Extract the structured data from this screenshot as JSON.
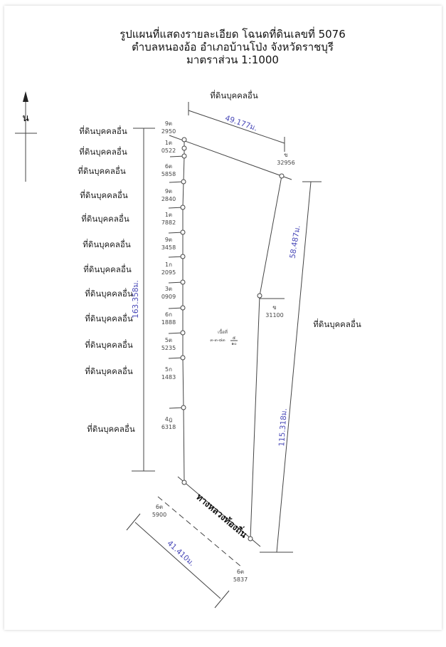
{
  "title": {
    "line1": "รูปแผนที่แสดงรายละเอียด โฉนดที่ดินเลขที่ 5076",
    "line2": "ตำบลหนองอ้อ  อำเภอบ้านโป่ง จังหวัดราชบุรี",
    "line3": "มาตราส่วน 1:1000"
  },
  "north": {
    "label": "น",
    "icon": "north-arrow-icon"
  },
  "neighbors": {
    "top": "ที่ดินบุคคลอื่น",
    "right": "ที่ดินบุคคลอื่น",
    "left": [
      "ที่ดินบุคคลอื่น",
      "ที่ดินบุคคลอื่น",
      "ที่ดินบุคคลอื่น",
      "ที่ดินบุคคลอื่น",
      "ที่ดินบุคคลอื่น",
      "ที่ดินบุคคลอื่น",
      "ที่ดินบุคคลอื่น",
      "ที่ดินบุคคลอื่น",
      "ที่ดินบุคคลอื่น",
      "ที่ดินบุคคลอื่น",
      "ที่ดินบุคคลอื่น",
      "ที่ดินบุคคลอื่น"
    ]
  },
  "corners": [
    [
      "9ต",
      "2950"
    ],
    [
      "1ต",
      "0522"
    ],
    [
      "6ต",
      "5858"
    ],
    [
      "9ต",
      "2840"
    ],
    [
      "1ต",
      "7882"
    ],
    [
      "9ต",
      "3458"
    ],
    [
      "1ก",
      "2095"
    ],
    [
      "3ต",
      "0909"
    ],
    [
      "6ก",
      "1888"
    ],
    [
      "5ต",
      "5235"
    ],
    [
      "5ก",
      "1483"
    ],
    [
      "4ฎ",
      "6318"
    ]
  ],
  "other_marks": {
    "top_right": [
      "ข",
      "32956"
    ],
    "mid_right": [
      "ข",
      "31100"
    ],
    "bottom_left": [
      "6ต",
      "5900"
    ],
    "bottom_right": [
      "6ต",
      "5837"
    ]
  },
  "area": {
    "label": "เนื้อที่",
    "value": "๓-๓-๘๓",
    "fraction_top": "๕",
    "fraction_bottom": "๑๐"
  },
  "road": "ทางหลวงท้องถิ่น",
  "dimensions": {
    "top": "49.177ม.",
    "right_upper": "58.487ม.",
    "right_lower": "115.318ม.",
    "left": "163.358ม.",
    "bottom": "41.410ม."
  },
  "colors": {
    "dimension": "#4a4ab8",
    "line": "#444444"
  }
}
